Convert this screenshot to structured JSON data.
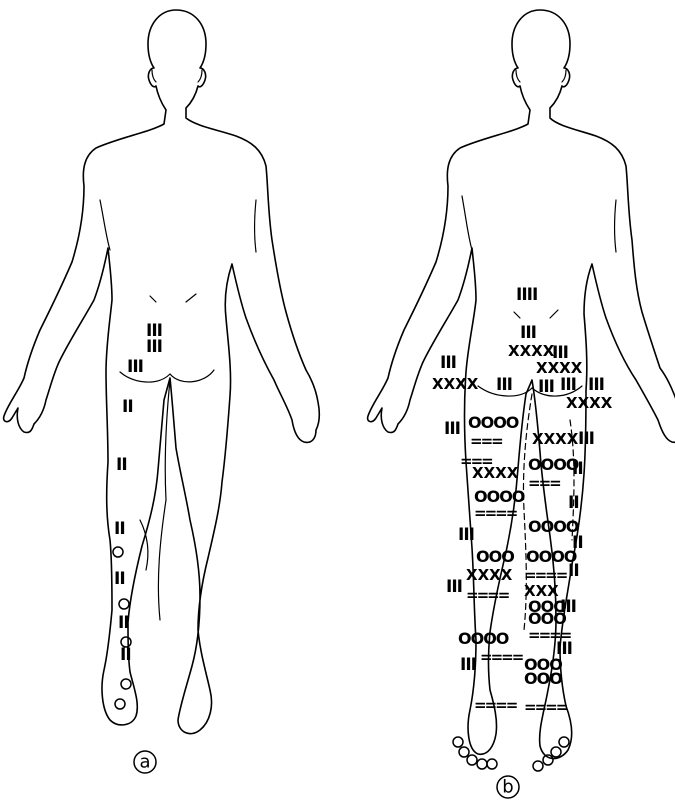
{
  "figures": [
    {
      "id": "a",
      "label": "a"
    },
    {
      "id": "b",
      "label": "b"
    }
  ],
  "marks": {
    "tally1": "I",
    "tally2": "II",
    "tally3": "III",
    "tally4": "IIII",
    "x3": "XXX",
    "x4": "XXXX",
    "o3": "OOO",
    "o4": "OOOO",
    "dash3": "===",
    "dash4": "===="
  },
  "symbol_icons": [
    "tally-mark-icon",
    "cross-mark-icon",
    "circle-mark-icon",
    "dash-mark-icon"
  ]
}
